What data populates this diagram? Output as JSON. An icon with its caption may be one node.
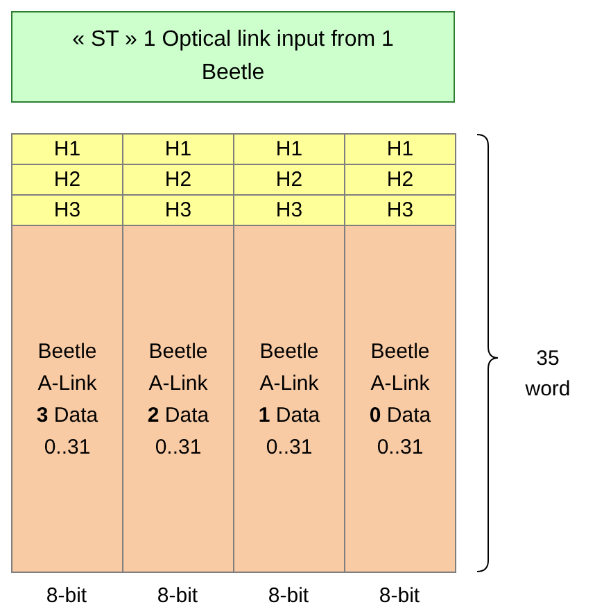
{
  "diagram": {
    "nodes": [
      {
        "text": [
          "« ST » 1 Optical link input from 1 Beetle"
        ]
      }
    ],
    "labels": [
      "H1",
      "H1",
      "H1",
      "H1",
      "H2",
      "H2",
      "H2",
      "H2",
      "H3",
      "H3",
      "H3",
      "H3",
      "Beetle A-Link **3** Data 0..31",
      "Beetle A-Link **2** Data 0..31",
      "Beetle A-Link **1** Data 0..31",
      "Beetle A-Link **0** Data 0..31",
      "35 word",
      "8-bit",
      "8-bit",
      "8-bit",
      "8-bit"
    ]
  }
}
